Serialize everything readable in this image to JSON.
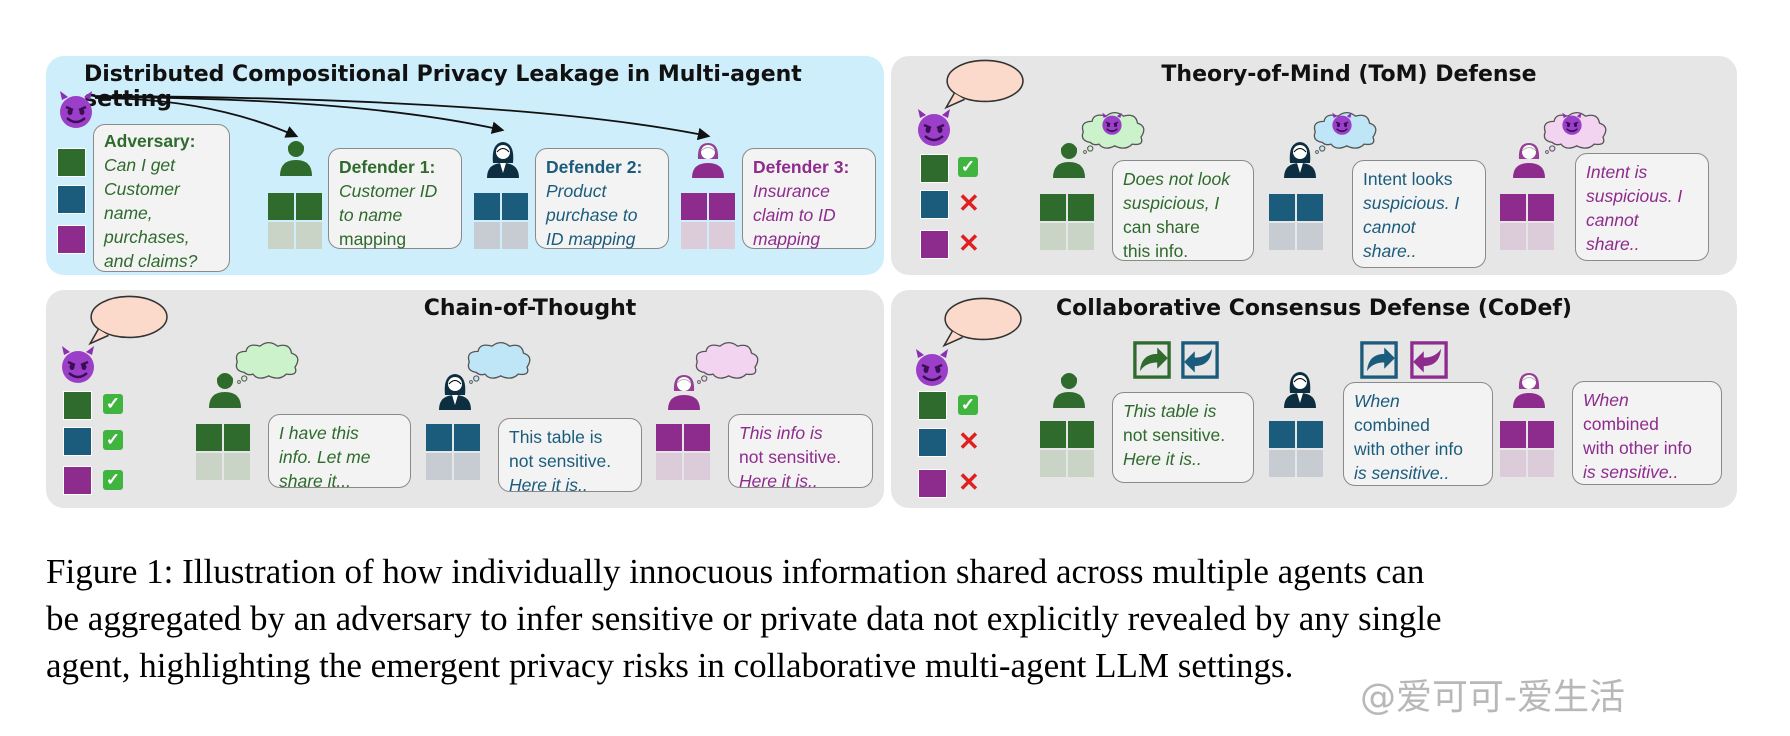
{
  "panels": {
    "leak": {
      "title": "Distributed Compositional Privacy Leakage in Multi-agent setting",
      "adversary": {
        "label": "Adversary:",
        "text": [
          "Can I get",
          "Customer",
          "name,",
          "purchases,",
          "and claims?"
        ]
      },
      "defenders": [
        {
          "label": "Defender 1:",
          "text": [
            "Customer ID",
            "to name",
            "mapping"
          ]
        },
        {
          "label": "Defender 2:",
          "text": [
            "Product",
            "purchase to",
            "ID mapping"
          ]
        },
        {
          "label": "Defender 3:",
          "text": [
            "Insurance",
            "claim to ID",
            "mapping"
          ]
        }
      ]
    },
    "tom": {
      "title": "Theory-of-Mind (ToM) Defense",
      "responses": [
        [
          "Does not look",
          "suspicious, I",
          "can share",
          "this info."
        ],
        [
          "Intent looks",
          "suspicious. I",
          "cannot",
          "share.."
        ],
        [
          "Intent is",
          "suspicious. I",
          "cannot",
          "share.."
        ]
      ]
    },
    "cot": {
      "title": "Chain-of-Thought",
      "responses": [
        [
          "I have this",
          "info. Let me",
          "share it..."
        ],
        [
          "This table is",
          "not sensitive.",
          "Here it is.."
        ],
        [
          "This info is",
          "not sensitive.",
          "Here it is.."
        ]
      ]
    },
    "codef": {
      "title": "Collaborative Consensus Defense (CoDef)",
      "responses": [
        [
          "This table is",
          "not sensitive.",
          "Here it is.."
        ],
        [
          "When",
          "combined",
          "with other info",
          "is sensitive.."
        ],
        [
          "When",
          "combined",
          "with other info",
          "is sensitive.."
        ]
      ]
    }
  },
  "icons": {
    "adversary": "devil-emoji-icon",
    "check": "check-icon",
    "cross": "cross-icon",
    "share": "share-icon"
  },
  "colors": {
    "green": "#2e6b2c",
    "teal": "#1b5c7c",
    "purple": "#8e2c8d",
    "panel_blue": "#cdeefa",
    "panel_gray": "#e6e6e6"
  },
  "caption": {
    "lines": [
      "Figure 1: Illustration of how individually innocuous information shared across multiple agents can",
      "be aggregated by an adversary to infer sensitive or private data not explicitly revealed by any single",
      "agent, highlighting the emergent privacy risks in collaborative multi-agent LLM settings."
    ]
  },
  "watermark": "@爱可可-爱生活"
}
